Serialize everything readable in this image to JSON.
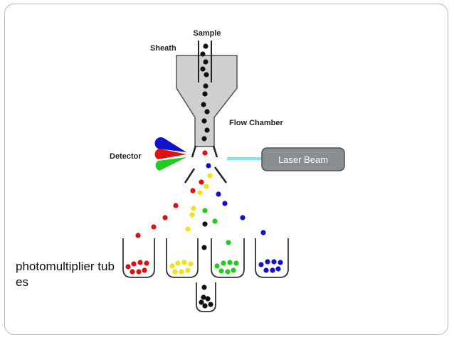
{
  "labels": {
    "sample": "Sample",
    "sheath": "Sheath",
    "flow_chamber": "Flow Chamber",
    "detector": "Detector",
    "laser_beam": "Laser Beam"
  },
  "caption": "photomultiplier tubes",
  "colors": {
    "red": "#dd1111",
    "yellow": "#f2e21b",
    "green": "#1fcc1f",
    "blue": "#1111cc",
    "black": "#111111",
    "chamber_fill": "#cfcfcf",
    "laser_box": "#8a8d91",
    "laser_beam": "#7fe6e8"
  }
}
